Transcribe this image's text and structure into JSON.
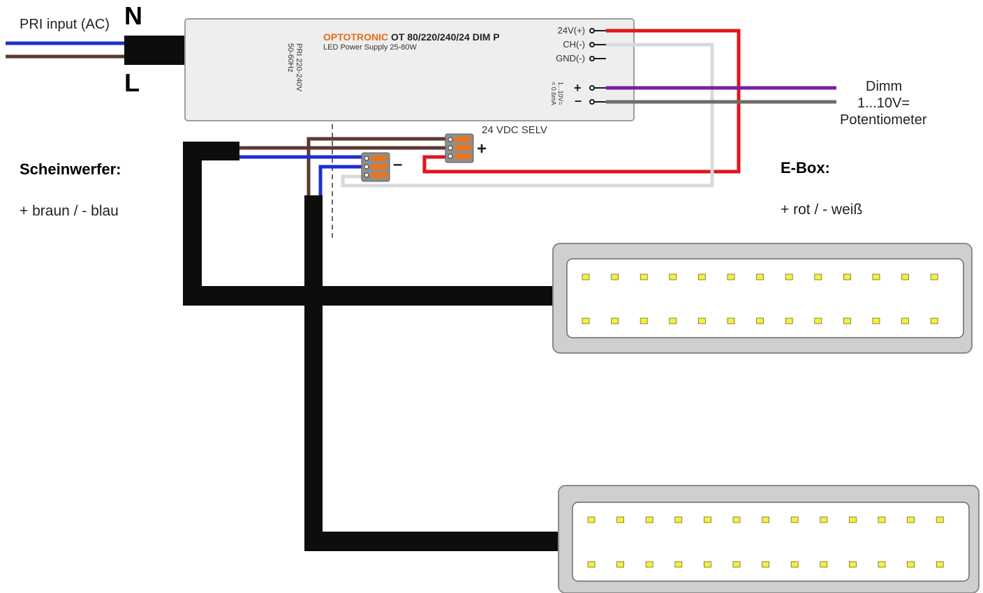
{
  "input": {
    "label": "PRI input (AC)",
    "n": "N",
    "l": "L"
  },
  "driver": {
    "brand": "OPTOTRONIC",
    "model": "OT 80/220/240/24 DIM P",
    "subtitle": "LED Power Supply 25-80W",
    "pri_voltage": "PRI 220-240V",
    "pri_freq": "50-60Hz",
    "terminals": [
      "24V(+)",
      "CH(-)",
      "GND(-)"
    ],
    "dim_spec_1": "1...10V=",
    "dim_spec_2": "< 0.6mA",
    "dim_plus": "+",
    "dim_minus": "–"
  },
  "dimm": {
    "line1": "Dimm",
    "line2": "1...10V=",
    "line3": "Potentiometer"
  },
  "selv": {
    "label": "24 VDC SELV",
    "plus": "+",
    "minus": "–"
  },
  "scheinwerfer": {
    "title": "Scheinwerfer:",
    "desc": "+ braun / - blau"
  },
  "ebox": {
    "title": "E-Box:",
    "desc": "+ rot / - weiß"
  },
  "lamps": {
    "rows": 2,
    "leds_per_row": 13
  },
  "colors": {
    "brown": "#5b3a33",
    "blue": "#1d2fcf",
    "red": "#e0151b",
    "white_wire": "#d9d9d9",
    "purple": "#7a1fa0",
    "grey_wire": "#6d6d6d",
    "cable": "#0d0d0d",
    "led": "#f5f03c",
    "lamp_frame": "#cfcfcf",
    "brand_orange": "#e86a17"
  }
}
